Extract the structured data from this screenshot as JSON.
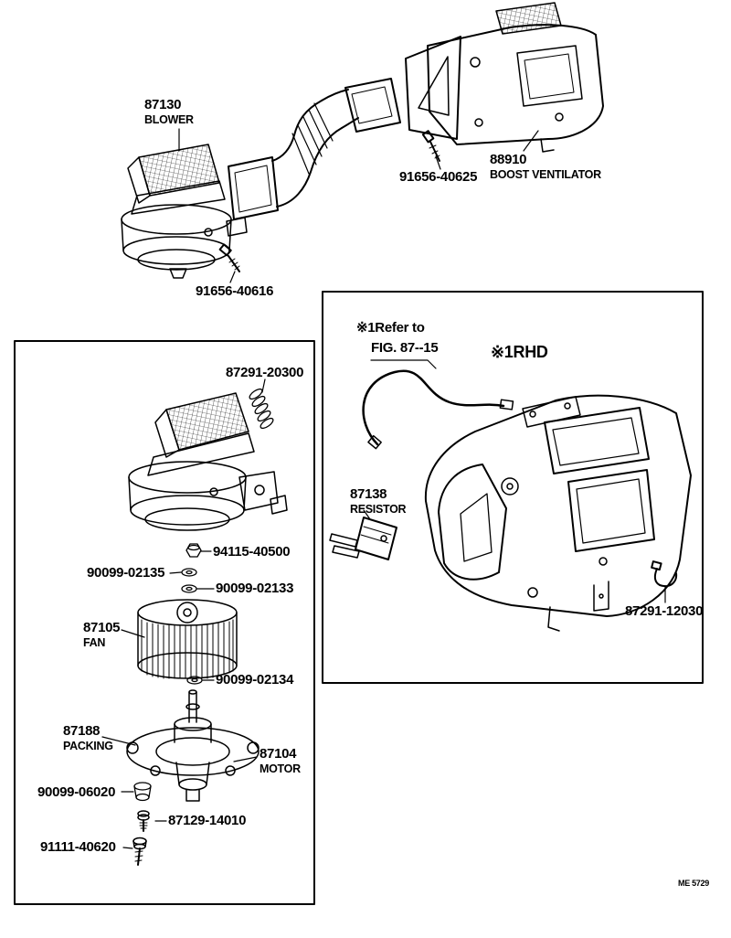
{
  "figure": {
    "footer_code": "ME 5729"
  },
  "top_assembly": {
    "blower": {
      "part_no": "87130",
      "name": "BLOWER"
    },
    "screw_ventilator": {
      "part_no": "91656-40625"
    },
    "boost_ventilator": {
      "part_no": "88910",
      "name": "BOOST VENTILATOR"
    },
    "screw_blower": {
      "part_no": "91656-40616"
    }
  },
  "blower_detail_box": {
    "spring": {
      "part_no": "87291-20300"
    },
    "nut": {
      "part_no": "94115-40500"
    },
    "washer_upper": {
      "part_no": "90099-02135"
    },
    "washer_middle": {
      "part_no": "90099-02133"
    },
    "fan": {
      "part_no": "87105",
      "name": "FAN"
    },
    "washer_lower": {
      "part_no": "90099-02134"
    },
    "packing": {
      "part_no": "87188",
      "name": "PACKING"
    },
    "motor": {
      "part_no": "87104",
      "name": "MOTOR"
    },
    "grommet": {
      "part_no": "90099-06020"
    },
    "screw": {
      "part_no": "87129-14010"
    },
    "bolt": {
      "part_no": "91111-40620"
    }
  },
  "heater_detail_box": {
    "note": {
      "line1": "※1Refer to",
      "line2": "FIG. 87--15"
    },
    "variant_note": "※1RHD",
    "resistor": {
      "part_no": "87138",
      "name": "RESISTOR"
    },
    "clamp": {
      "part_no": "87291-12030"
    }
  }
}
